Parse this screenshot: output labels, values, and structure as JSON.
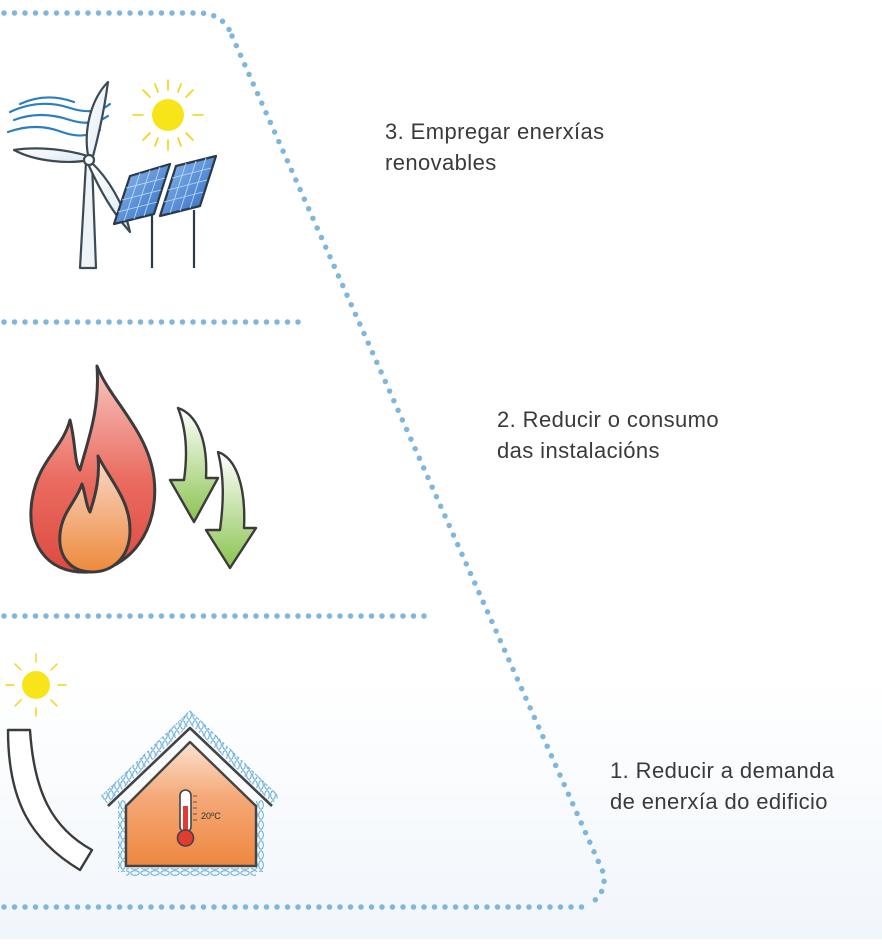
{
  "levels": [
    {
      "step": 3,
      "lines": [
        "3. Empregar enerxías",
        "renovables"
      ],
      "icon": "wind-turbine-solar-panels-icon"
    },
    {
      "step": 2,
      "lines": [
        "2. Reducir o consumo",
        "das instalacións"
      ],
      "icon": "flame-reduction-arrows-icon"
    },
    {
      "step": 1,
      "lines": [
        "1. Reducir a demanda",
        "de enerxía do edificio"
      ],
      "icon": "insulated-house-sun-icon"
    }
  ],
  "house": {
    "temperature_label": "20ºC"
  },
  "colors": {
    "dotted_line": "#7fb6dd",
    "flame": "#e96a5a",
    "arrow": "#9ccf64",
    "sun": "#f7e51a",
    "solar_panel": "#3e7fd0",
    "house_fill": "#f3a06b",
    "insulation": "#5ea8d8",
    "text": "#3a3a3a"
  }
}
